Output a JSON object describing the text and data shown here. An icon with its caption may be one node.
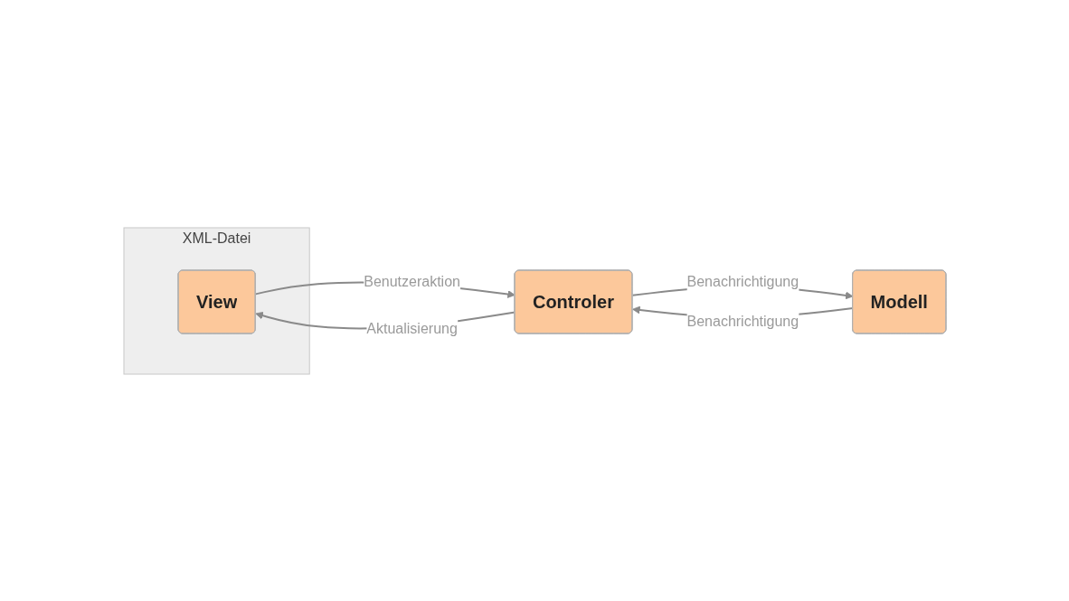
{
  "diagram": {
    "nodes": [
      {
        "text": [
          "XML-Datei"
        ]
      },
      {
        "text": [
          "View"
        ],
        "in": 0
      },
      {
        "text": [
          "Controler"
        ]
      },
      {
        "text": [
          "Modell"
        ]
      }
    ],
    "edges": [
      {
        "from": 1,
        "to": 2,
        "arrow": "to",
        "label": "Benutzeraktion"
      },
      {
        "from": 2,
        "to": 3,
        "arrow": "to",
        "label": "Benachrichtigung"
      },
      {
        "from": 2,
        "to": 1,
        "arrow": "to",
        "label": "Aktualisierung"
      },
      {
        "from": 3,
        "to": 2,
        "arrow": "to",
        "label": "Benachrichtigung"
      }
    ]
  }
}
